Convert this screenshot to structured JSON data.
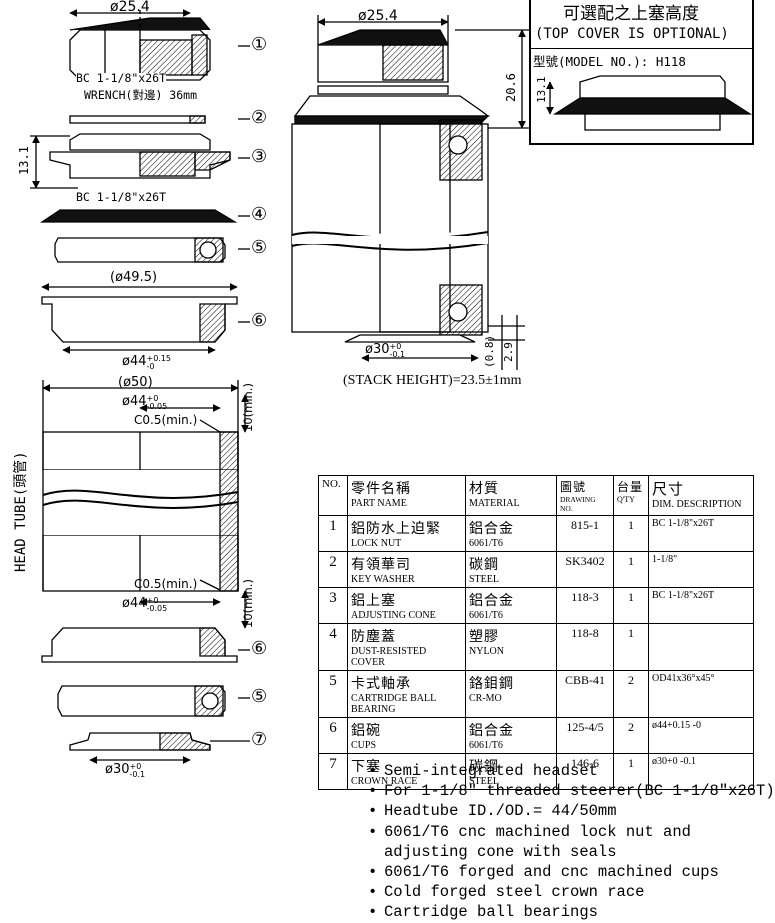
{
  "top_box": {
    "title_zh": "可選配之上塞高度",
    "title_en": "(TOP COVER IS OPTIONAL)",
    "model_label": "型號(MODEL NO.): H118",
    "dim_13_1": "13.1"
  },
  "exploded": {
    "dia_top": "ø25.4",
    "bc_1": "BC 1-1/8\"x26T",
    "wrench": "WRENCH(對邊) 36mm",
    "height_13_1": "13.1",
    "bc_3": "BC 1-1/8\"x26T",
    "dia_49_5": "(ø49.5)",
    "dia_44_cup": "ø44",
    "tol_cup_up": "+0.15",
    "tol_cup_lo": "-0",
    "dia_30": "ø30",
    "tol_30_up": "+0",
    "tol_30_lo": "-0.1",
    "callouts": [
      "①",
      "②",
      "③",
      "④",
      "⑤",
      "⑥",
      "⑥",
      "⑤",
      "⑦"
    ]
  },
  "headtube": {
    "label": "HEAD TUBE(頭管)",
    "dia_50": "(ø50)",
    "dia_44_top": "ø44",
    "tol_top_up": "+0",
    "tol_top_lo": "-0.05",
    "chamfer_top": "C0.5(min.)",
    "chamfer_bottom": "C0.5(min.)",
    "dia_44_bottom": "ø44",
    "tol_bot_up": "+0",
    "tol_bot_lo": "-0.05",
    "depth_top": "10(min.)",
    "depth_bottom": "10(min.)"
  },
  "assembly": {
    "dia_top": "ø25.4",
    "height_20_6": "20.6",
    "dia_30": "ø30",
    "tol_up": "+0",
    "tol_lo": "-0.1",
    "dim_0_8": "(0.8)",
    "dim_2_9": "2.9",
    "stack_height": "(STACK HEIGHT)=23.5±1mm"
  },
  "table": {
    "headers": {
      "no": "NO.",
      "name_zh": "零件名稱",
      "name_en": "PART NAME",
      "mat_zh": "材質",
      "mat_en": "MATERIAL",
      "dwg_zh": "圖號",
      "dwg_en": "DRAWING NO.",
      "qty_zh": "台量",
      "qty_en": "Q'TY",
      "dim_zh": "尺寸",
      "dim_en": "DIM. DESCRIPTION"
    },
    "rows": [
      {
        "no": "1",
        "name_zh": "鋁防水上迫緊",
        "name_en": "LOCK NUT",
        "mat_zh": "鋁合金",
        "mat_en": "6061/T6",
        "dwg": "815-1",
        "qty": "1",
        "dim": "BC 1-1/8\"x26T"
      },
      {
        "no": "2",
        "name_zh": "有領華司",
        "name_en": "KEY WASHER",
        "mat_zh": "碳鋼",
        "mat_en": "STEEL",
        "dwg": "SK3402",
        "qty": "1",
        "dim": "1-1/8\""
      },
      {
        "no": "3",
        "name_zh": "鋁上塞",
        "name_en": "ADJUSTING CONE",
        "mat_zh": "鋁合金",
        "mat_en": "6061/T6",
        "dwg": "118-3",
        "qty": "1",
        "dim": "BC 1-1/8\"x26T"
      },
      {
        "no": "4",
        "name_zh": "防塵蓋",
        "name_en": "DUST-RESISTED COVER",
        "mat_zh": "塑膠",
        "mat_en": "NYLON",
        "dwg": "118-8",
        "qty": "1",
        "dim": ""
      },
      {
        "no": "5",
        "name_zh": "卡式軸承",
        "name_en": "CARTRIDGE BALL BEARING",
        "mat_zh": "鉻鉬鋼",
        "mat_en": "CR-MO",
        "dwg": "CBB-41",
        "qty": "2",
        "dim": "OD41x36°x45°"
      },
      {
        "no": "6",
        "name_zh": "鋁碗",
        "name_en": "CUPS",
        "mat_zh": "鋁合金",
        "mat_en": "6061/T6",
        "dwg": "125-4/5",
        "qty": "2",
        "dim": "ø44+0.15 -0"
      },
      {
        "no": "7",
        "name_zh": "下塞",
        "name_en": "CROWN RACE",
        "mat_zh": "碳鋼",
        "mat_en": "STEEL",
        "dwg": "146-6",
        "qty": "1",
        "dim": "ø30+0 -0.1"
      }
    ]
  },
  "notes": [
    "Semi-integrated headset",
    "For 1-1/8\" threaded steerer(BC 1-1/8\"x26T)",
    "Headtube ID./OD.= 44/50mm",
    "6061/T6 cnc machined lock nut and",
    "adjusting cone with seals",
    "6061/T6 forged and cnc machined cups",
    "Cold forged steel crown race",
    "Cartridge ball bearings"
  ]
}
